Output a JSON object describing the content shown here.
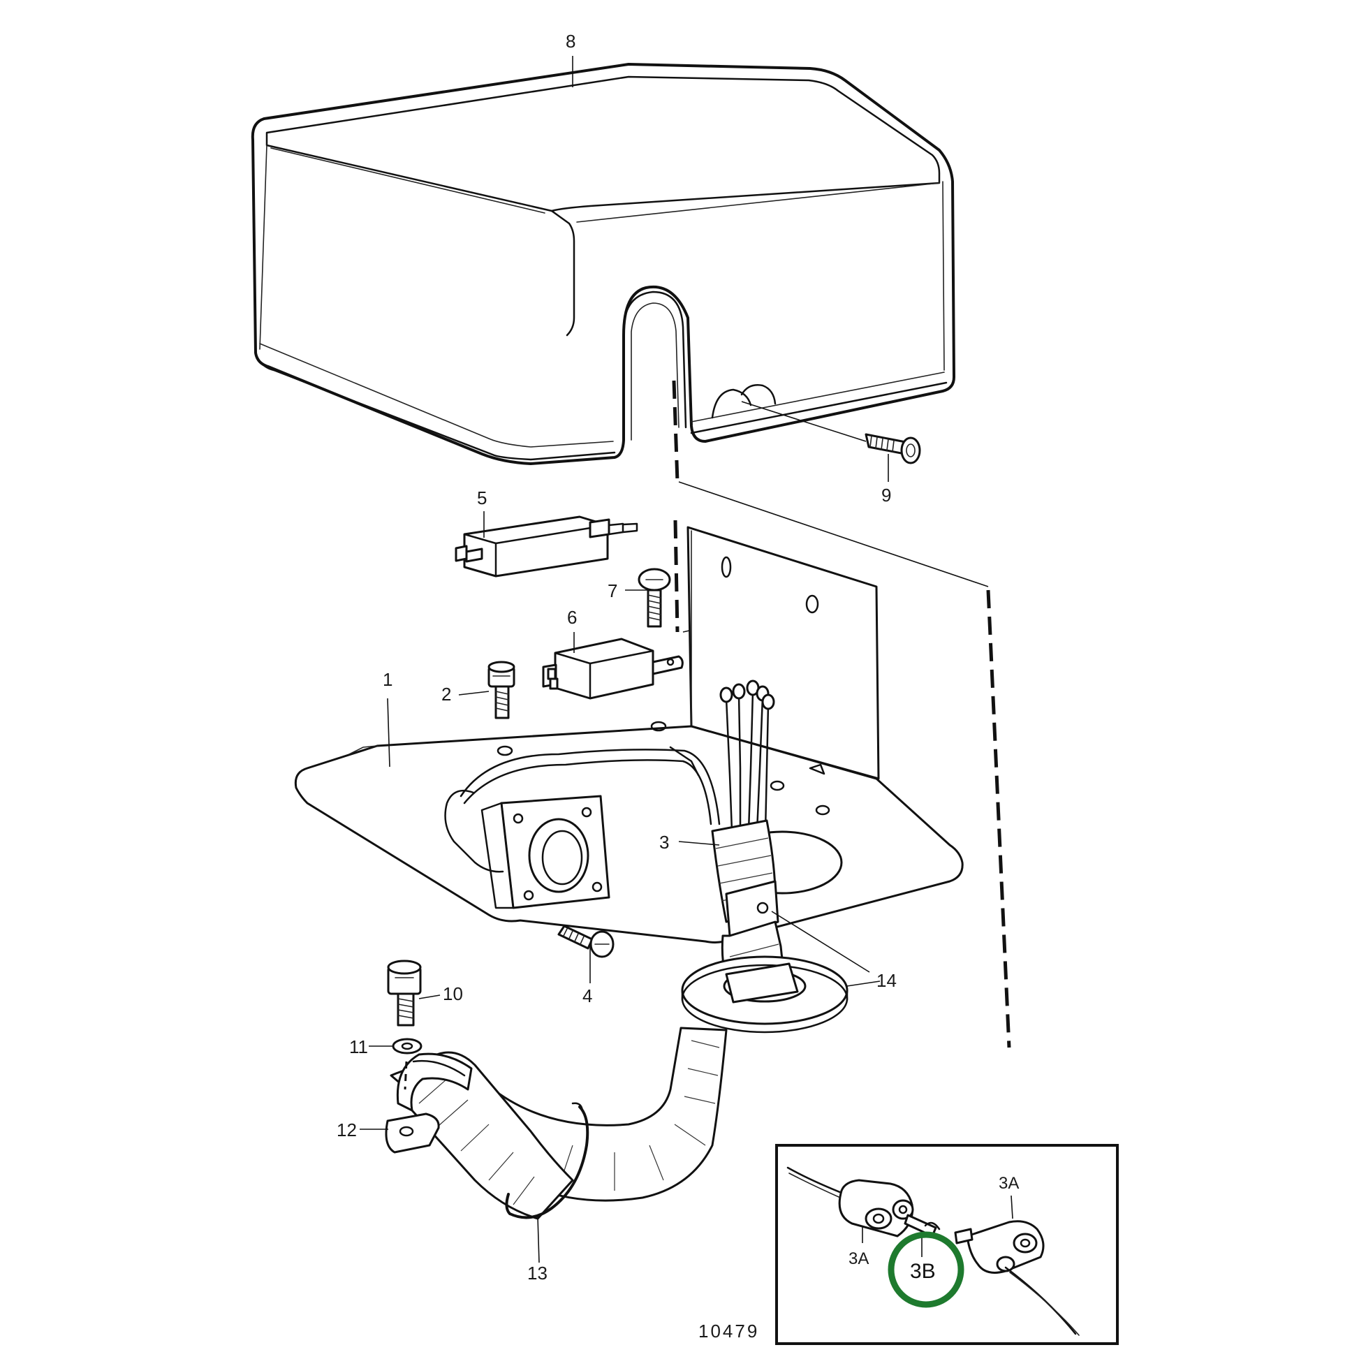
{
  "figure_number": "10479",
  "callouts": {
    "c1": "1",
    "c2": "2",
    "c3": "3",
    "c4": "4",
    "c5": "5",
    "c6": "6",
    "c7": "7",
    "c8": "8",
    "c9": "9",
    "c10": "10",
    "c11": "11",
    "c12": "12",
    "c13": "13",
    "c14": "14"
  },
  "inset": {
    "label_3a_top": "3A",
    "label_3a_left": "3A",
    "label_3b": "3B",
    "highlight_color": "#1e7a2e"
  }
}
